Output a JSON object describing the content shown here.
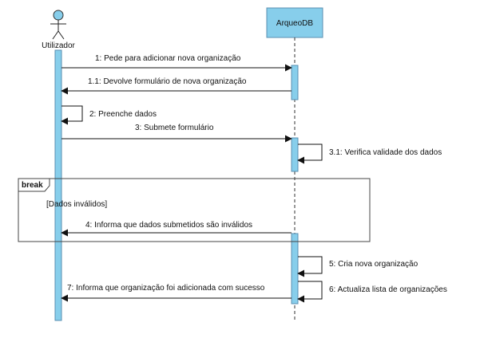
{
  "colors": {
    "activation_fill": "#87ceeb",
    "activation_stroke": "#5a8fb0",
    "line": "#111111",
    "lifeline": "#333333",
    "frame": "#444444"
  },
  "actor": {
    "name": "Utilizador",
    "icon": "stick-figure-icon"
  },
  "system": {
    "name": "ArqueoDB"
  },
  "fragment": {
    "operator": "break",
    "guard": "[Dados inválidos]"
  },
  "messages": [
    {
      "label": "1: Pede para adicionar nova organização"
    },
    {
      "label": "1.1: Devolve formulário de nova organização"
    },
    {
      "label": "2: Preenche dados"
    },
    {
      "label": "3: Submete formulário"
    },
    {
      "label": "3.1: Verifica validade dos dados"
    },
    {
      "label": "4: Informa que dados submetidos são inválidos"
    },
    {
      "label": "5: Cria nova organização"
    },
    {
      "label": "6: Actualiza lista de organizações"
    },
    {
      "label": "7: Informa que organização foi adicionada com sucesso"
    }
  ]
}
